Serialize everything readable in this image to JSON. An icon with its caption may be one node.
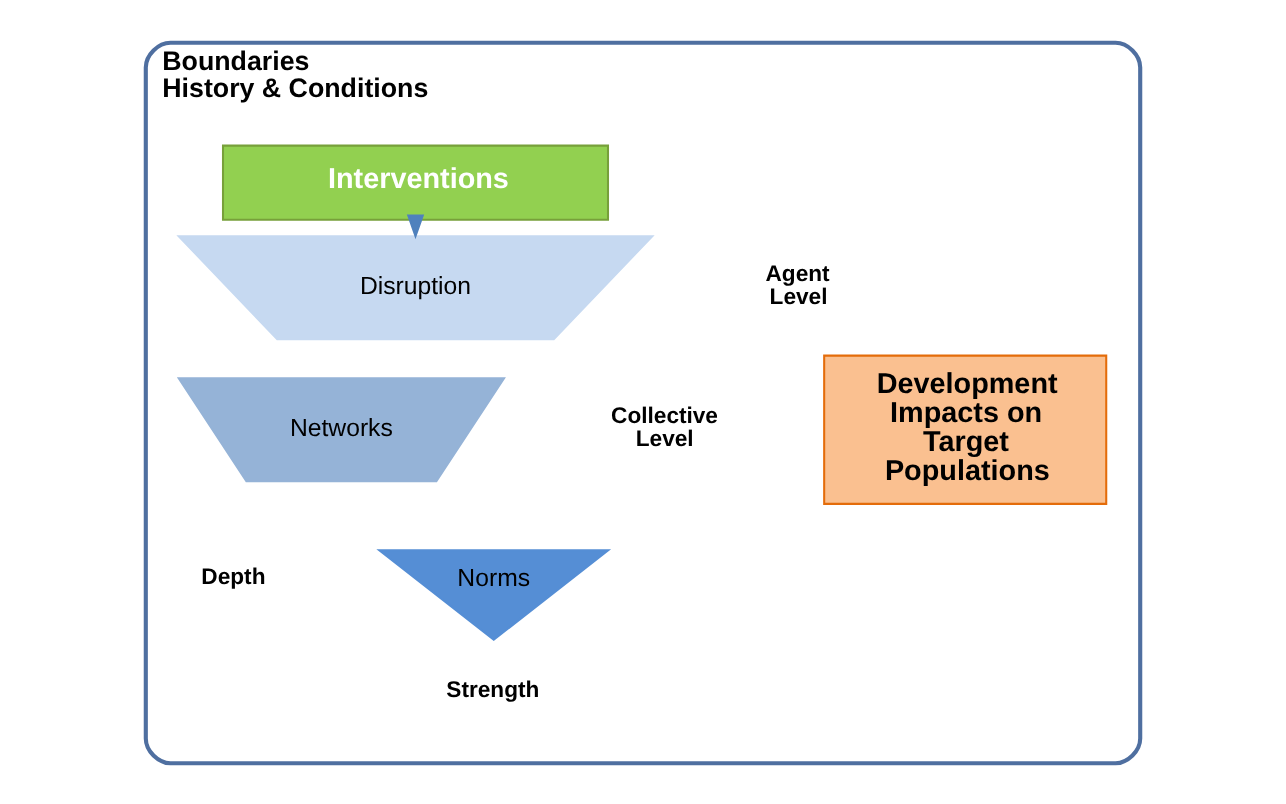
{
  "diagram": {
    "nodes": [
      {
        "text": [
          "Boundaries",
          "History & Conditions"
        ]
      },
      {
        "text": [
          "Interventions"
        ],
        "in": 0
      },
      {
        "text": [
          "Disruption"
        ],
        "in": 0
      },
      {
        "text": [
          "Networks"
        ],
        "in": 0
      },
      {
        "text": [
          "Norms"
        ],
        "in": 0
      },
      {
        "text": [
          "Development Impacts on Target Populations"
        ],
        "in": 0
      }
    ],
    "edges": [
      {
        "from": 1,
        "to": 2,
        "arrow": "to"
      }
    ],
    "labels": [
      "Agent Level",
      "Collective Level",
      "Depth",
      "Strength"
    ]
  }
}
